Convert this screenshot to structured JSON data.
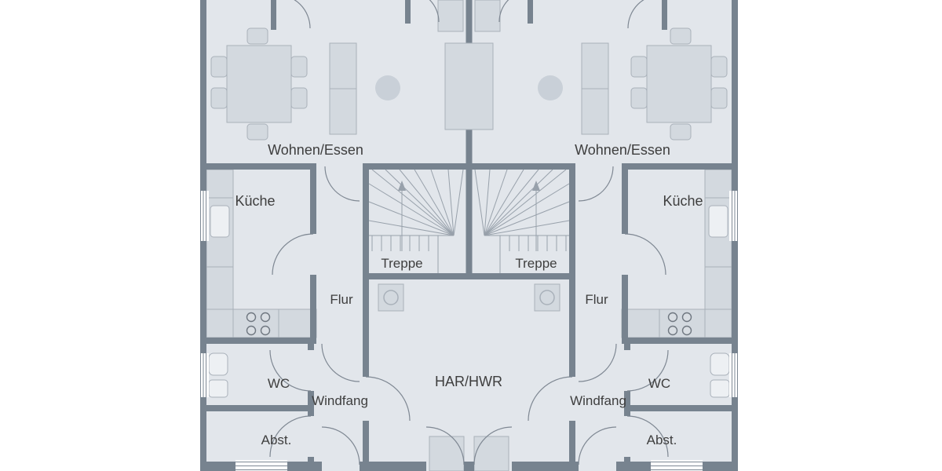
{
  "plan": {
    "left_unit": {
      "living": "Wohnen/Essen",
      "kitchen": "Küche",
      "stairs": "Treppe",
      "hall": "Flur",
      "wc": "WC",
      "vestibule": "Windfang",
      "storage": "Abst."
    },
    "right_unit": {
      "living": "Wohnen/Essen",
      "kitchen": "Küche",
      "stairs": "Treppe",
      "hall": "Flur",
      "wc": "WC",
      "vestibule": "Windfang",
      "storage": "Abst."
    },
    "shared": {
      "utility_room": "HAR/HWR"
    }
  },
  "colors": {
    "background": "#ffffff",
    "floor": "#e2e6eb",
    "wall": "#77838f",
    "furniture": "#d3d9df",
    "text": "#3e3e3e"
  }
}
